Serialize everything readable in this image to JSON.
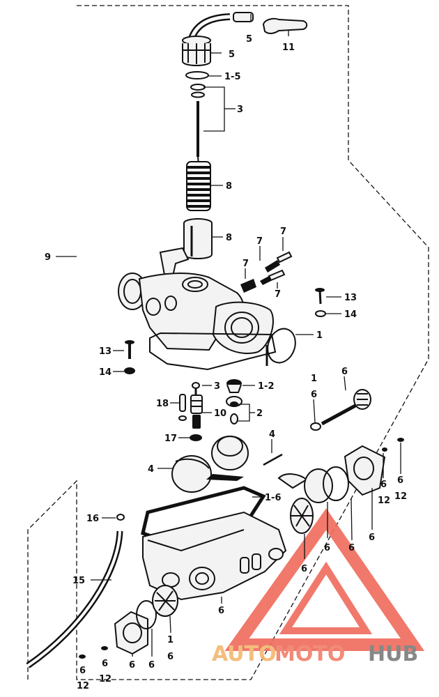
{
  "labels": [
    {
      "id": "l-5a",
      "text": "5"
    },
    {
      "id": "l-11",
      "text": "11"
    },
    {
      "id": "l-5b",
      "text": "5"
    },
    {
      "id": "l-1-5",
      "text": "1-5"
    },
    {
      "id": "l-3a",
      "text": "3"
    },
    {
      "id": "l-8a",
      "text": "8"
    },
    {
      "id": "l-8b",
      "text": "8"
    },
    {
      "id": "l-9",
      "text": "9"
    },
    {
      "id": "l-7a",
      "text": "7"
    },
    {
      "id": "l-7b",
      "text": "7"
    },
    {
      "id": "l-7c",
      "text": "7"
    },
    {
      "id": "l-7d",
      "text": "7"
    },
    {
      "id": "l-13a",
      "text": "13"
    },
    {
      "id": "l-14a",
      "text": "14"
    },
    {
      "id": "l-1a",
      "text": "1"
    },
    {
      "id": "l-13b",
      "text": "13"
    },
    {
      "id": "l-14b",
      "text": "14"
    },
    {
      "id": "l-1-2",
      "text": "1-2"
    },
    {
      "id": "l-3b",
      "text": "3"
    },
    {
      "id": "l-18",
      "text": "18"
    },
    {
      "id": "l-10",
      "text": "10"
    },
    {
      "id": "l-2",
      "text": "2"
    },
    {
      "id": "l-1b",
      "text": "1"
    },
    {
      "id": "l-6a",
      "text": "6"
    },
    {
      "id": "l-6b",
      "text": "6"
    },
    {
      "id": "l-17",
      "text": "17"
    },
    {
      "id": "l-4a",
      "text": "4"
    },
    {
      "id": "l-4b",
      "text": "4"
    },
    {
      "id": "l-6c",
      "text": "6"
    },
    {
      "id": "l-12a",
      "text": "12"
    },
    {
      "id": "l-6d",
      "text": "6"
    },
    {
      "id": "l-12b",
      "text": "12"
    },
    {
      "id": "l-1-6",
      "text": "1-6"
    },
    {
      "id": "l-16",
      "text": "16"
    },
    {
      "id": "l-6e",
      "text": "6"
    },
    {
      "id": "l-6f",
      "text": "6"
    },
    {
      "id": "l-6g",
      "text": "6"
    },
    {
      "id": "l-6h",
      "text": "6"
    },
    {
      "id": "l-15",
      "text": "15"
    },
    {
      "id": "l-6i",
      "text": "6"
    },
    {
      "id": "l-1c",
      "text": "1"
    },
    {
      "id": "l-6j",
      "text": "6"
    },
    {
      "id": "l-6k",
      "text": "6"
    },
    {
      "id": "l-6l",
      "text": "6"
    },
    {
      "id": "l-6m",
      "text": "6"
    },
    {
      "id": "l-12c",
      "text": "12"
    },
    {
      "id": "l-6n",
      "text": "6"
    },
    {
      "id": "l-12d",
      "text": "12"
    }
  ],
  "watermark": {
    "part1": "AUTO",
    "part2": "MOTO",
    "part3": "HUB",
    "colors": {
      "auto": "#f2b870",
      "moto": "#f07f6a",
      "hub": "#7b7b7b",
      "triangle": "#ef6b5c"
    }
  }
}
